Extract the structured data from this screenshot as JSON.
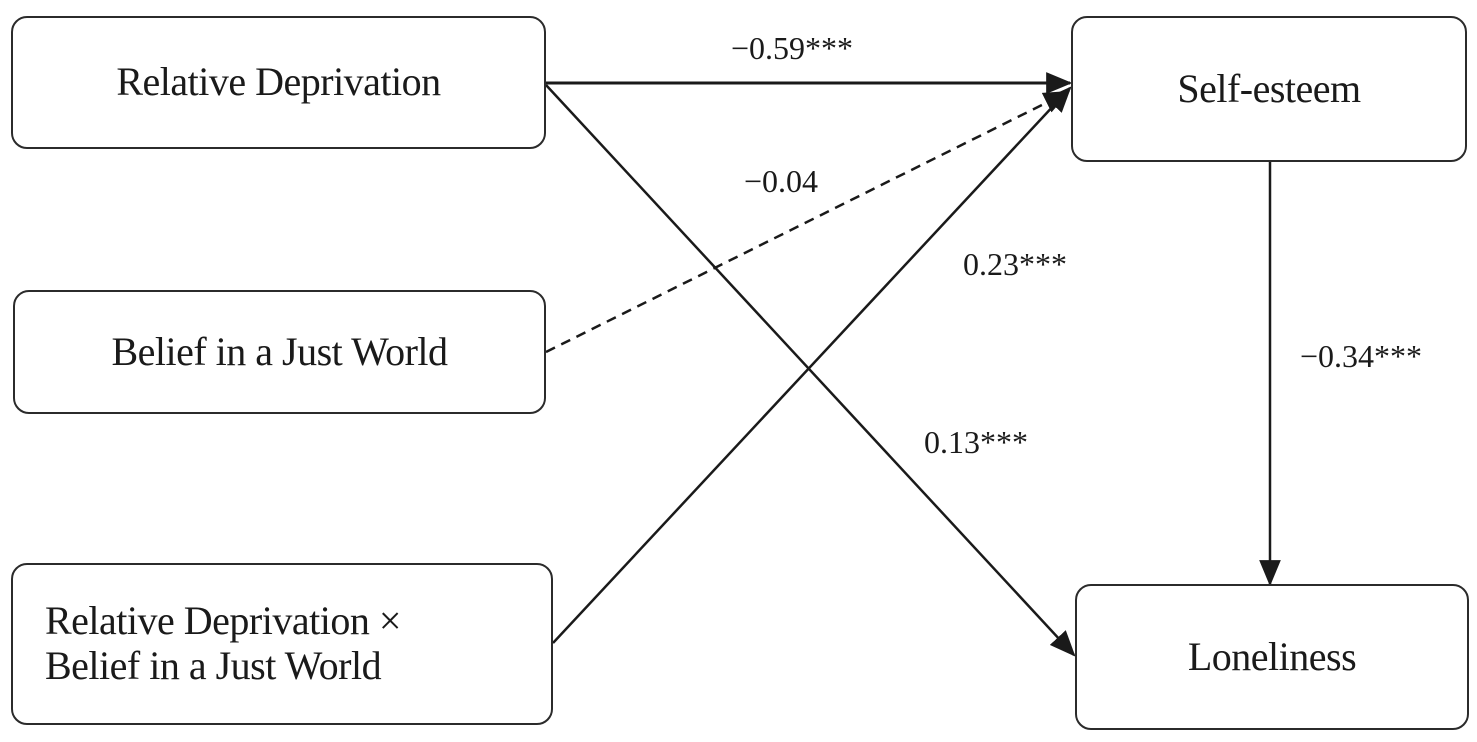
{
  "nodes": {
    "relative_deprivation": "Relative Deprivation",
    "belief_just_world": "Belief in a Just World",
    "interaction_line1": "Relative Deprivation ×",
    "interaction_line2": "Belief in a Just World",
    "self_esteem": "Self-esteem",
    "loneliness": "Loneliness"
  },
  "paths": [
    {
      "from": "Relative Deprivation",
      "to": "Self-esteem",
      "coefficient": "−0.59***",
      "style": "solid"
    },
    {
      "from": "Belief in a Just World",
      "to": "Self-esteem",
      "coefficient": "−0.04",
      "style": "dashed"
    },
    {
      "from": "Relative Deprivation × Belief in a Just World",
      "to": "Self-esteem",
      "coefficient": "0.23***",
      "style": "solid"
    },
    {
      "from": "Relative Deprivation",
      "to": "Loneliness",
      "coefficient": "0.13***",
      "style": "solid"
    },
    {
      "from": "Self-esteem",
      "to": "Loneliness",
      "coefficient": "−0.34***",
      "style": "solid"
    }
  ],
  "colors": {
    "line": "#1a1a1a",
    "border": "#2b2b2b",
    "background": "#ffffff"
  }
}
